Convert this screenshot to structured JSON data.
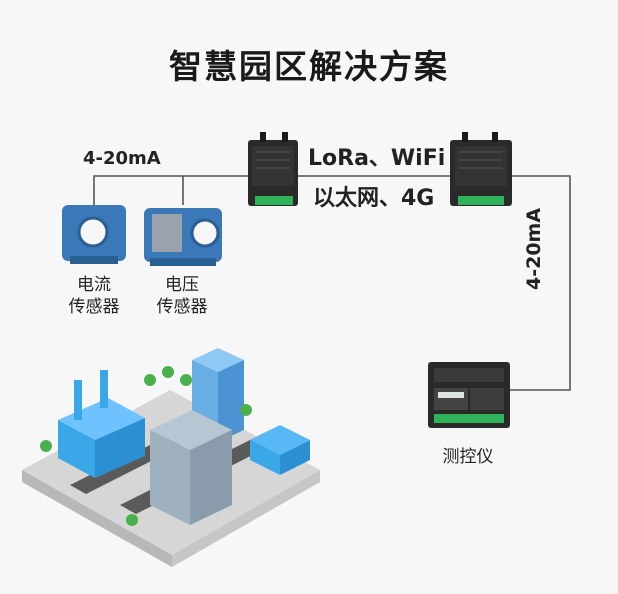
{
  "title": "智慧园区解决方案",
  "labels": {
    "left_signal": "4-20mA",
    "protocols_line1": "LoRa、WiFi",
    "protocols_line2": "以太网、4G",
    "right_signal": "4-20mA",
    "current_sensor_line1": "电流",
    "current_sensor_line2": "传感器",
    "voltage_sensor_line1": "电压",
    "voltage_sensor_line2": "传感器",
    "controller": "测控仪"
  },
  "colors": {
    "device_body": "#2a2a2a",
    "terminal_green": "#2fb35a",
    "sensor_blue": "#3a78b8",
    "city_blue": "#3aa7e8",
    "line": "#555555"
  }
}
